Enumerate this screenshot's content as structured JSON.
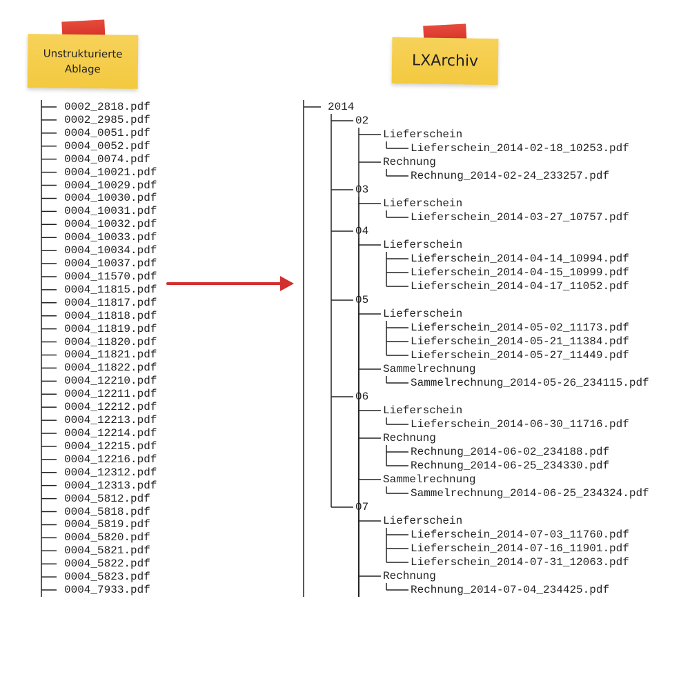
{
  "labels": {
    "left_title": "Unstrukturierte Ablage",
    "right_title": "LXArchiv"
  },
  "colors": {
    "note": "#f3c93f",
    "tape": "#d42d25",
    "arrow": "#d32f2f",
    "line": "#222222"
  },
  "unstructured_files": [
    "0002_2818.pdf",
    "0002_2985.pdf",
    "0004_0051.pdf",
    "0004_0052.pdf",
    "0004_0074.pdf",
    "0004_10021.pdf",
    "0004_10029.pdf",
    "0004_10030.pdf",
    "0004_10031.pdf",
    "0004_10032.pdf",
    "0004_10033.pdf",
    "0004_10034.pdf",
    "0004_10037.pdf",
    "0004_11570.pdf",
    "0004_11815.pdf",
    "0004_11817.pdf",
    "0004_11818.pdf",
    "0004_11819.pdf",
    "0004_11820.pdf",
    "0004_11821.pdf",
    "0004_11822.pdf",
    "0004_12210.pdf",
    "0004_12211.pdf",
    "0004_12212.pdf",
    "0004_12213.pdf",
    "0004_12214.pdf",
    "0004_12215.pdf",
    "0004_12216.pdf",
    "0004_12312.pdf",
    "0004_12313.pdf",
    "0004_5812.pdf",
    "0004_5818.pdf",
    "0004_5819.pdf",
    "0004_5820.pdf",
    "0004_5821.pdf",
    "0004_5822.pdf",
    "0004_5823.pdf",
    "0004_7933.pdf"
  ],
  "archive_tree": {
    "name": "2014",
    "children": [
      {
        "name": "02",
        "children": [
          {
            "name": "Lieferschein",
            "children": [
              {
                "name": "Lieferschein_2014-02-18_10253.pdf"
              }
            ]
          },
          {
            "name": "Rechnung",
            "children": [
              {
                "name": "Rechnung_2014-02-24_233257.pdf"
              }
            ]
          }
        ]
      },
      {
        "name": "03",
        "children": [
          {
            "name": "Lieferschein",
            "children": [
              {
                "name": "Lieferschein_2014-03-27_10757.pdf"
              }
            ]
          }
        ]
      },
      {
        "name": "04",
        "children": [
          {
            "name": "Lieferschein",
            "children": [
              {
                "name": "Lieferschein_2014-04-14_10994.pdf"
              },
              {
                "name": "Lieferschein_2014-04-15_10999.pdf"
              },
              {
                "name": "Lieferschein_2014-04-17_11052.pdf"
              }
            ]
          }
        ]
      },
      {
        "name": "05",
        "children": [
          {
            "name": "Lieferschein",
            "children": [
              {
                "name": "Lieferschein_2014-05-02_11173.pdf"
              },
              {
                "name": "Lieferschein_2014-05-21_11384.pdf"
              },
              {
                "name": "Lieferschein_2014-05-27_11449.pdf"
              }
            ]
          },
          {
            "name": "Sammelrechnung",
            "children": [
              {
                "name": "Sammelrechnung_2014-05-26_234115.pdf"
              }
            ]
          }
        ]
      },
      {
        "name": "06",
        "children": [
          {
            "name": "Lieferschein",
            "children": [
              {
                "name": "Lieferschein_2014-06-30_11716.pdf"
              }
            ]
          },
          {
            "name": "Rechnung",
            "children": [
              {
                "name": "Rechnung_2014-06-02_234188.pdf"
              },
              {
                "name": "Rechnung_2014-06-25_234330.pdf"
              }
            ]
          },
          {
            "name": "Sammelrechnung",
            "children": [
              {
                "name": "Sammelrechnung_2014-06-25_234324.pdf"
              }
            ]
          }
        ]
      },
      {
        "name": "07",
        "children": [
          {
            "name": "Lieferschein",
            "children": [
              {
                "name": "Lieferschein_2014-07-03_11760.pdf"
              },
              {
                "name": "Lieferschein_2014-07-16_11901.pdf"
              },
              {
                "name": "Lieferschein_2014-07-31_12063.pdf"
              }
            ]
          },
          {
            "name": "Rechnung",
            "children": [
              {
                "name": "Rechnung_2014-07-04_234425.pdf"
              }
            ]
          }
        ]
      }
    ]
  }
}
